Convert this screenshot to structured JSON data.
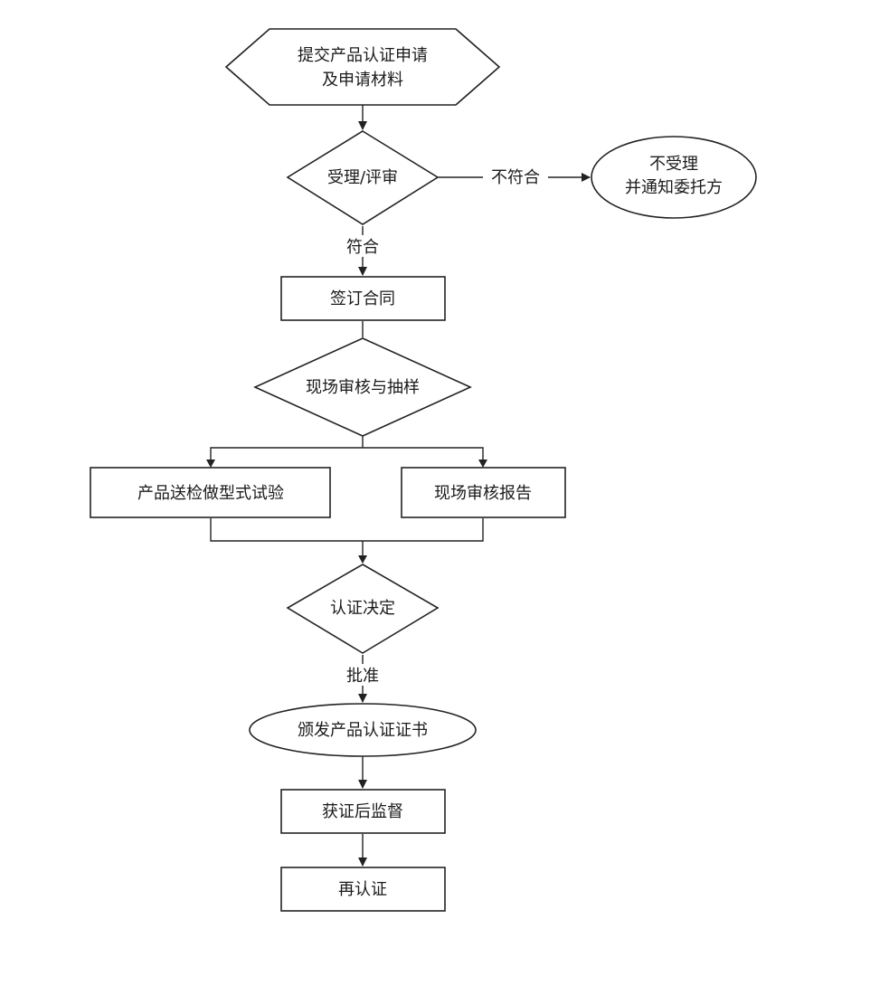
{
  "nodes": {
    "submit_line1": "提交产品认证申请",
    "submit_line2": "及申请材料",
    "review": "受理/评审",
    "reject_line1": "不受理",
    "reject_line2": "并通知委托方",
    "contract": "签订合同",
    "audit_sampling": "现场审核与抽样",
    "type_test": "产品送检做型式试验",
    "audit_report": "现场审核报告",
    "decision": "认证决定",
    "issue_cert": "颁发产品认证证书",
    "surveillance": "获证后监督",
    "recert": "再认证"
  },
  "edges": {
    "not_conform": "不符合",
    "conform": "符合",
    "approve": "批准"
  }
}
